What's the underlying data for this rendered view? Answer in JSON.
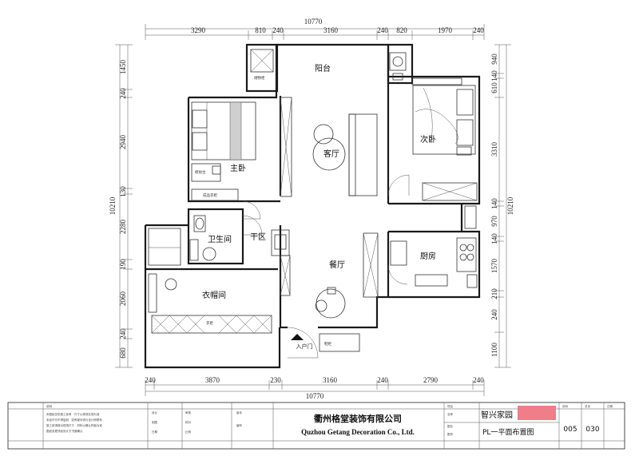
{
  "dimensions": {
    "top_total": "10770",
    "top_segments": [
      "3290",
      "810",
      "240",
      "3160",
      "240",
      "820",
      "1970",
      "240"
    ],
    "bottom_total": "10770",
    "bottom_segments": [
      "240",
      "3870",
      "230",
      "3160",
      "240",
      "2790",
      "240"
    ],
    "left_total": "10210",
    "left_segments": [
      "1450",
      "240",
      "2940",
      "130",
      "2280",
      "190",
      "2060",
      "240",
      "680"
    ],
    "right_total": "10210",
    "right_segments": [
      "940",
      "140",
      "610",
      "3310",
      "140",
      "970",
      "140",
      "1570",
      "210",
      "240",
      "1100"
    ]
  },
  "rooms": {
    "balcony": "阳台",
    "living": "客厅",
    "master_bedroom": "主卧",
    "second_bedroom": "次卧",
    "bathroom": "卫生间",
    "dry_area": "干区",
    "dining": "餐厅",
    "kitchen": "厨房",
    "closet": "衣帽间",
    "entrance": "入户门"
  },
  "title_block": {
    "company_cn": "衢州格堂装饰有限公司",
    "company_en": "Quzhou Getang Decoration Co., Ltd.",
    "project": "智兴家园",
    "drawing_title": "PL一平面布置图",
    "code_left": "005",
    "code_right": "030"
  },
  "colors": {
    "project_badge": "#f07d8a",
    "line": "#1a1a1a"
  }
}
